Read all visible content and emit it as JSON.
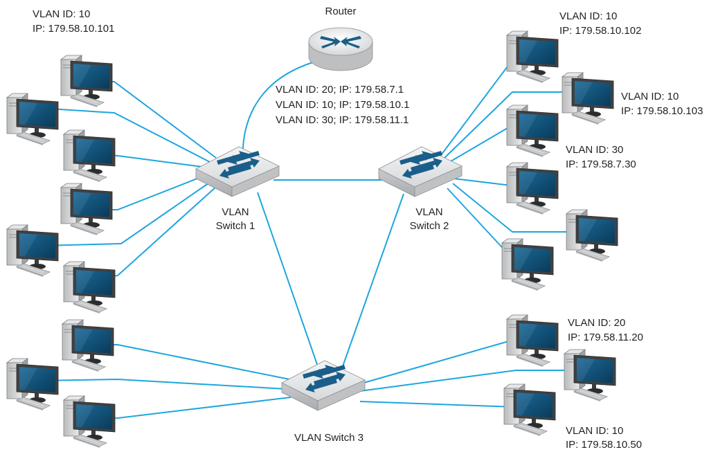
{
  "router": {
    "label": "Router"
  },
  "router_vlans": [
    "VLAN ID: 20; IP: 179.58.7.1",
    "VLAN ID: 10; IP: 179.58.10.1",
    "VLAN ID: 30; IP: 179.58.11.1"
  ],
  "switches": [
    {
      "line1": "VLAN",
      "line2": "Switch 1"
    },
    {
      "line1": "VLAN",
      "line2": "Switch 2"
    },
    {
      "label": "VLAN Switch 3"
    }
  ],
  "hosts": [
    {
      "vlan": "VLAN ID: 10",
      "ip": "IP: 179.58.10.101"
    },
    {
      "vlan": "VLAN ID: 10",
      "ip": "IP: 179.58.10.102"
    },
    {
      "vlan": "VLAN ID: 10",
      "ip": "IP: 179.58.10.103"
    },
    {
      "vlan": "VLAN ID: 30",
      "ip": "IP: 179.58.7.30"
    },
    {
      "vlan": "VLAN ID: 20",
      "ip": "IP: 179.58.11.20"
    },
    {
      "vlan": "VLAN ID: 10",
      "ip": "IP: 179.58.10.50"
    }
  ],
  "colors": {
    "link": "#1ca6dd",
    "device_body": "#d9dadb",
    "device_dark": "#4d4f52",
    "screen": "#0f4d72",
    "switch_arrow": "#1a5e8a"
  },
  "icons": [
    "router-icon",
    "switch-icon",
    "computer-icon"
  ]
}
